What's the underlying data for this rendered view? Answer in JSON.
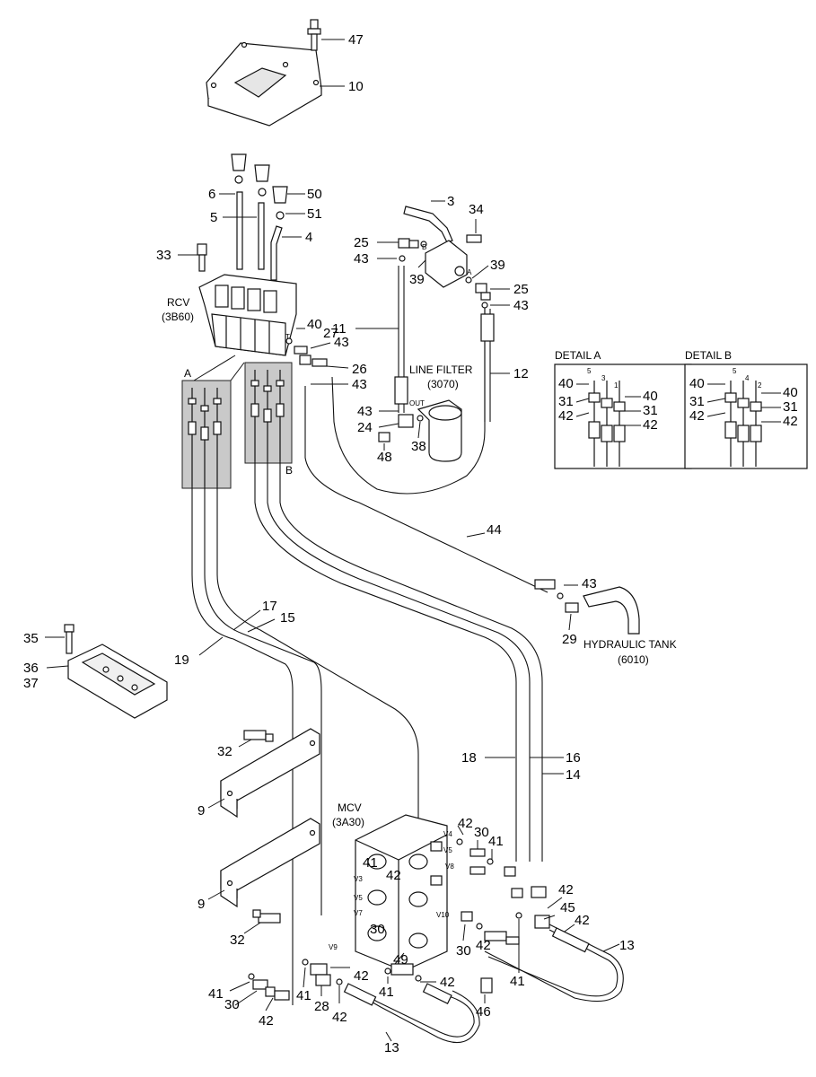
{
  "callouts": {
    "n47": "47",
    "n10": "10",
    "n6": "6",
    "n50": "50",
    "n5": "5",
    "n51": "51",
    "n4": "4",
    "n33": "33",
    "n3": "3",
    "n34": "34",
    "n25a": "25",
    "n43a": "43",
    "n39a": "39",
    "n39b": "39",
    "n25b": "25",
    "n43b": "43",
    "n11": "11",
    "n40": "40",
    "n27": "27",
    "n43c": "43",
    "n26": "26",
    "n43d": "43",
    "n12": "12",
    "n43e": "43",
    "n24": "24",
    "n38": "38",
    "n48": "48",
    "n44": "44",
    "n43f": "43",
    "n29": "29",
    "n17": "17",
    "n15": "15",
    "n19": "19",
    "n35": "35",
    "n36": "36",
    "n37": "37",
    "n32a": "32",
    "n9a": "9",
    "n9b": "9",
    "n32b": "32",
    "n18": "18",
    "n16": "16",
    "n14": "14",
    "n42a": "42",
    "n30a": "30",
    "n41a": "41",
    "n41b": "41",
    "n42b": "42",
    "n30b": "30",
    "n42c": "42",
    "n45": "45",
    "n42d": "42",
    "n13a": "13",
    "n30c": "30",
    "n49": "49",
    "n42e": "42",
    "n41c": "41",
    "n42f": "42",
    "n46": "46",
    "n41d": "41",
    "n30d": "30",
    "n42g": "42",
    "n41e": "41",
    "n28": "28",
    "n42h": "42",
    "n41f": "41",
    "n13b": "13",
    "n42i": "42"
  },
  "labels": {
    "rcv": "RCV",
    "rcv_code": "(3B60)",
    "line_filter": "LINE FILTER",
    "line_filter_code": "(3070)",
    "hydraulic_tank": "HYDRAULIC TANK",
    "hydraulic_tank_code": "(6010)",
    "mcv": "MCV",
    "mcv_code": "(3A30)",
    "view_a": "A",
    "view_b": "B",
    "port_a": "A",
    "port_b": "B",
    "port_t": "T",
    "out": "OUT",
    "v3": "V3",
    "v4": "V4",
    "v5": "V5",
    "v7": "V7",
    "v8": "V8",
    "v9": "V9",
    "v10": "V10"
  },
  "detail_a": {
    "title": "DETAIL A",
    "items": [
      "40",
      "31",
      "42",
      "40",
      "31",
      "42"
    ],
    "ports": [
      "5",
      "3",
      "1"
    ]
  },
  "detail_b": {
    "title": "DETAIL B",
    "items": [
      "40",
      "31",
      "42",
      "40",
      "31",
      "42"
    ],
    "ports": [
      "5",
      "4",
      "2"
    ]
  }
}
